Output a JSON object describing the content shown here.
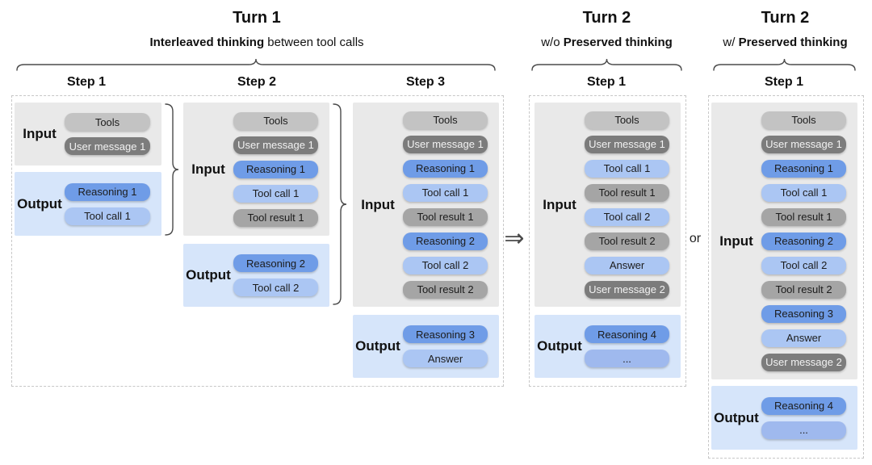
{
  "connectors": {
    "arrow": "⇒",
    "or": "or"
  },
  "colors": {
    "input_bg": "#e9e9e9",
    "output_bg": "#d6e5fa",
    "pill_tools": "#c3c3c3",
    "pill_user_message": "#7c7c7c",
    "pill_tool_result": "#a5a5a5",
    "pill_reasoning": "#6f9ce7",
    "pill_tool_call": "#abc6f3",
    "pill_ellipsis": "#9fb9ee"
  },
  "groups": [
    {
      "title": "Turn 1",
      "subtitle": [
        {
          "text": "Interleaved thinking",
          "bold": true
        },
        {
          "text": " between tool calls",
          "bold": false
        }
      ],
      "steps": [
        {
          "label": "Step 1",
          "input": {
            "label": "Input",
            "pills": [
              {
                "text": "Tools",
                "type": "tools"
              },
              {
                "text": "User message 1",
                "type": "user"
              }
            ]
          },
          "output": {
            "label": "Output",
            "pills": [
              {
                "text": "Reasoning 1",
                "type": "reasoning"
              },
              {
                "text": "Tool call 1",
                "type": "toolcall"
              }
            ]
          }
        },
        {
          "label": "Step 2",
          "input": {
            "label": "Input",
            "pills": [
              {
                "text": "Tools",
                "type": "tools"
              },
              {
                "text": "User message 1",
                "type": "user"
              },
              {
                "text": "Reasoning 1",
                "type": "reasoning"
              },
              {
                "text": "Tool call 1",
                "type": "toolcall"
              },
              {
                "text": "Tool result 1",
                "type": "result"
              }
            ]
          },
          "output": {
            "label": "Output",
            "pills": [
              {
                "text": "Reasoning 2",
                "type": "reasoning"
              },
              {
                "text": "Tool call 2",
                "type": "toolcall"
              }
            ]
          }
        },
        {
          "label": "Step 3",
          "input": {
            "label": "Input",
            "pills": [
              {
                "text": "Tools",
                "type": "tools"
              },
              {
                "text": "User message 1",
                "type": "user"
              },
              {
                "text": "Reasoning 1",
                "type": "reasoning"
              },
              {
                "text": "Tool call 1",
                "type": "toolcall"
              },
              {
                "text": "Tool result 1",
                "type": "result"
              },
              {
                "text": "Reasoning 2",
                "type": "reasoning"
              },
              {
                "text": "Tool call 2",
                "type": "toolcall"
              },
              {
                "text": "Tool result 2",
                "type": "result"
              }
            ]
          },
          "output": {
            "label": "Output",
            "pills": [
              {
                "text": "Reasoning 3",
                "type": "reasoning"
              },
              {
                "text": "Answer",
                "type": "answer"
              }
            ]
          }
        }
      ]
    },
    {
      "title": "Turn 2",
      "subtitle": [
        {
          "text": "w/o ",
          "bold": false
        },
        {
          "text": "Preserved thinking",
          "bold": true
        }
      ],
      "steps": [
        {
          "label": "Step 1",
          "input": {
            "label": "Input",
            "pills": [
              {
                "text": "Tools",
                "type": "tools"
              },
              {
                "text": "User message 1",
                "type": "user"
              },
              {
                "text": "Tool call 1",
                "type": "toolcall"
              },
              {
                "text": "Tool result 1",
                "type": "result"
              },
              {
                "text": "Tool call 2",
                "type": "toolcall"
              },
              {
                "text": "Tool result 2",
                "type": "result"
              },
              {
                "text": "Answer",
                "type": "answer"
              },
              {
                "text": "User message 2",
                "type": "user"
              }
            ]
          },
          "output": {
            "label": "Output",
            "pills": [
              {
                "text": "Reasoning 4",
                "type": "reasoning"
              },
              {
                "text": "...",
                "type": "ellipsis"
              }
            ]
          }
        }
      ]
    },
    {
      "title": "Turn 2",
      "subtitle": [
        {
          "text": "w/ ",
          "bold": false
        },
        {
          "text": "Preserved thinking",
          "bold": true
        }
      ],
      "steps": [
        {
          "label": "Step 1",
          "input": {
            "label": "Input",
            "pills": [
              {
                "text": "Tools",
                "type": "tools"
              },
              {
                "text": "User message 1",
                "type": "user"
              },
              {
                "text": "Reasoning 1",
                "type": "reasoning"
              },
              {
                "text": "Tool call 1",
                "type": "toolcall"
              },
              {
                "text": "Tool result 1",
                "type": "result"
              },
              {
                "text": "Reasoning 2",
                "type": "reasoning"
              },
              {
                "text": "Tool call 2",
                "type": "toolcall"
              },
              {
                "text": "Tool result 2",
                "type": "result"
              },
              {
                "text": "Reasoning 3",
                "type": "reasoning"
              },
              {
                "text": "Answer",
                "type": "answer"
              },
              {
                "text": "User message 2",
                "type": "user"
              }
            ]
          },
          "output": {
            "label": "Output",
            "pills": [
              {
                "text": "Reasoning 4",
                "type": "reasoning"
              },
              {
                "text": "...",
                "type": "ellipsis"
              }
            ]
          }
        }
      ]
    }
  ]
}
